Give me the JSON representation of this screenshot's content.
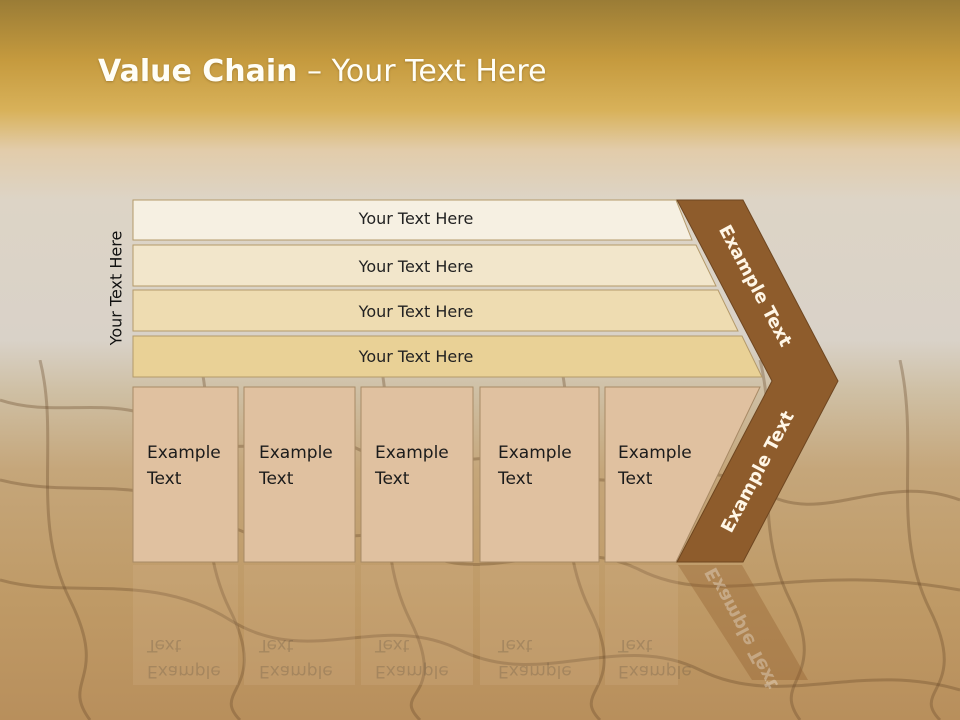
{
  "slide": {
    "title_bold": "Value Chain",
    "title_rest": " – Your Text Here",
    "side_label": "Your Text Here"
  },
  "bars": [
    {
      "label": "Your Text Here"
    },
    {
      "label": "Your Text Here"
    },
    {
      "label": "Your Text Here"
    },
    {
      "label": "Your Text Here"
    }
  ],
  "boxes": [
    {
      "line1": "Example",
      "line2": "Text"
    },
    {
      "line1": "Example",
      "line2": "Text"
    },
    {
      "line1": "Example",
      "line2": "Text"
    },
    {
      "line1": "Example",
      "line2": "Text"
    },
    {
      "line1": "Example",
      "line2": "Text"
    }
  ],
  "chevron": {
    "upper_label": "Example Text",
    "lower_label": "Example Text"
  },
  "colors": {
    "bar_fills": [
      "#f6f0e2",
      "#f2e6cb",
      "#eedcb1",
      "#e9d196"
    ],
    "box_fill": "#e0c1a0",
    "chevron_fill": "#8e5c2c"
  }
}
